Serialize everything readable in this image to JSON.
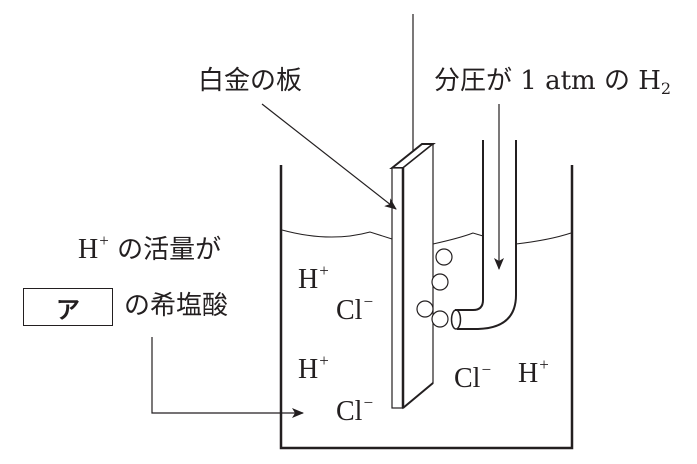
{
  "diagram": {
    "title": "Standard hydrogen electrode",
    "labels": {
      "platinum_plate": "白金の板",
      "hydrogen_gas_prefix": "分圧が 1 atm の H",
      "hydrogen_gas_subscript": "2",
      "activity_line1": "の活量が",
      "activity_ion": "H",
      "activity_ion_charge": "+",
      "answer_blank": "ア",
      "activity_line2": "の希塩酸"
    },
    "ions": [
      {
        "symbol": "H",
        "charge": "+"
      },
      {
        "symbol": "Cl",
        "charge": "−"
      },
      {
        "symbol": "H",
        "charge": "+"
      },
      {
        "symbol": "Cl",
        "charge": "−"
      },
      {
        "symbol": "Cl",
        "charge": "−"
      },
      {
        "symbol": "H",
        "charge": "+"
      }
    ],
    "bubble_count": 4,
    "colors": {
      "ink": "#231f20",
      "background": "#ffffff"
    }
  }
}
